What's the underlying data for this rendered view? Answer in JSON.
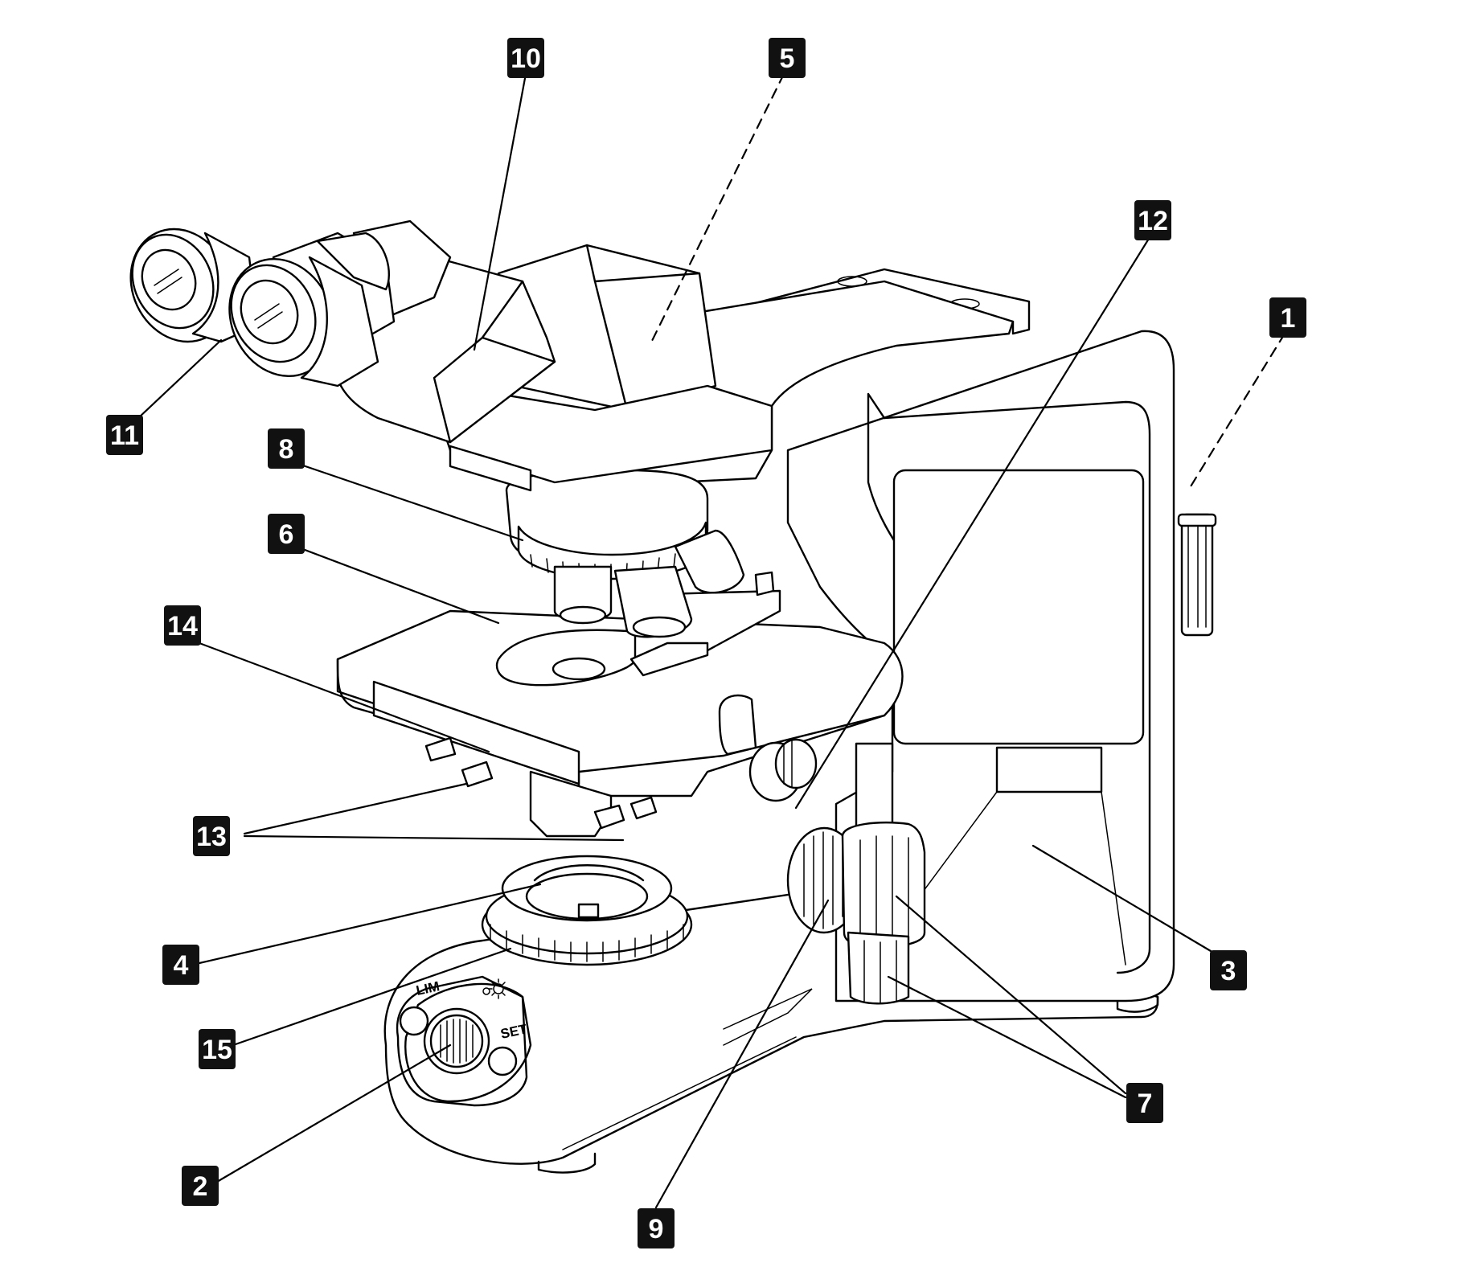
{
  "callouts": [
    "1",
    "2",
    "3",
    "4",
    "5",
    "6",
    "7",
    "8",
    "9",
    "10",
    "11",
    "12",
    "13",
    "14",
    "15"
  ],
  "panel": {
    "lim": "LIM",
    "set": "SET"
  }
}
